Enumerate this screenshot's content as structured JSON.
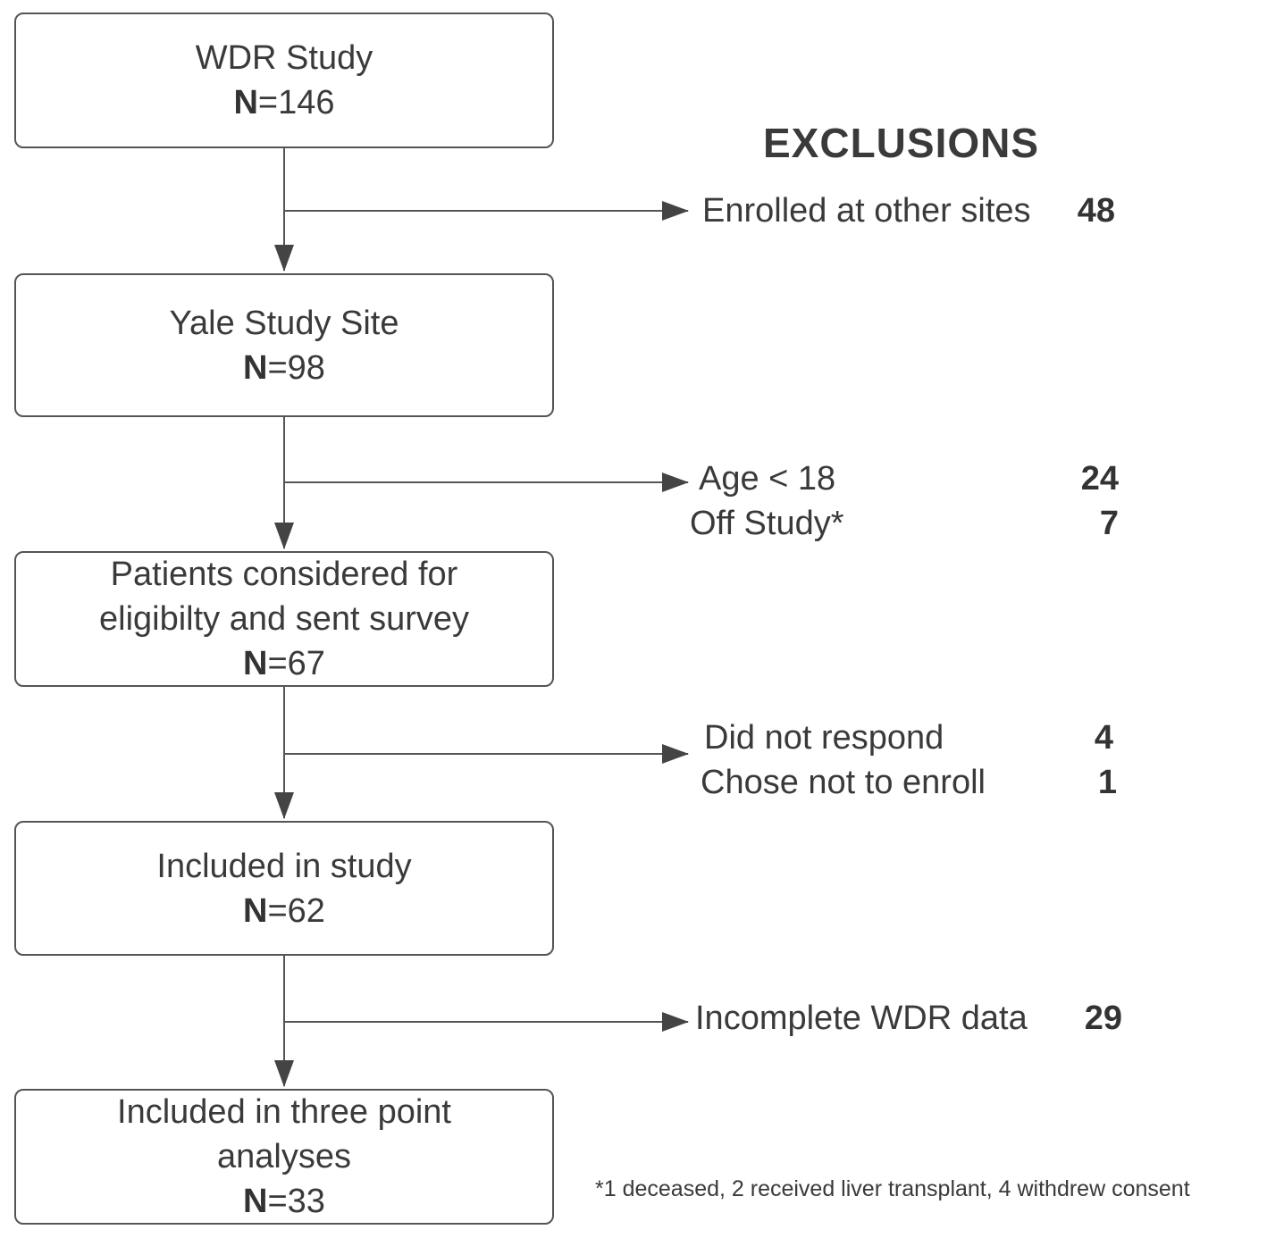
{
  "boxes": [
    {
      "title": "WDR Study",
      "n_label": "N",
      "n_value": "=146"
    },
    {
      "title": "Yale Study Site",
      "n_label": "N",
      "n_value": "=98"
    },
    {
      "title_line1": "Patients considered for",
      "title_line2": "eligibilty and sent survey",
      "n_label": "N",
      "n_value": "=67"
    },
    {
      "title": "Included in study",
      "n_label": "N",
      "n_value": "=62"
    },
    {
      "title_line1": "Included in three point",
      "title_line2": "analyses",
      "n_label": "N",
      "n_value": "=33"
    }
  ],
  "exclusions": {
    "heading": "EXCLUSIONS",
    "step1": {
      "label": "Enrolled at other sites",
      "count": "48"
    },
    "step2": [
      {
        "label": "Age < 18",
        "count": "24"
      },
      {
        "label": "Off Study*",
        "count": "7"
      }
    ],
    "step3": [
      {
        "label": "Did not respond",
        "count": "4"
      },
      {
        "label": "Chose not to enroll",
        "count": "1"
      }
    ],
    "step4": {
      "label": "Incomplete WDR data",
      "count": "29"
    }
  },
  "footnote": "*1 deceased, 2 received liver transplant, 4 withdrew  consent"
}
